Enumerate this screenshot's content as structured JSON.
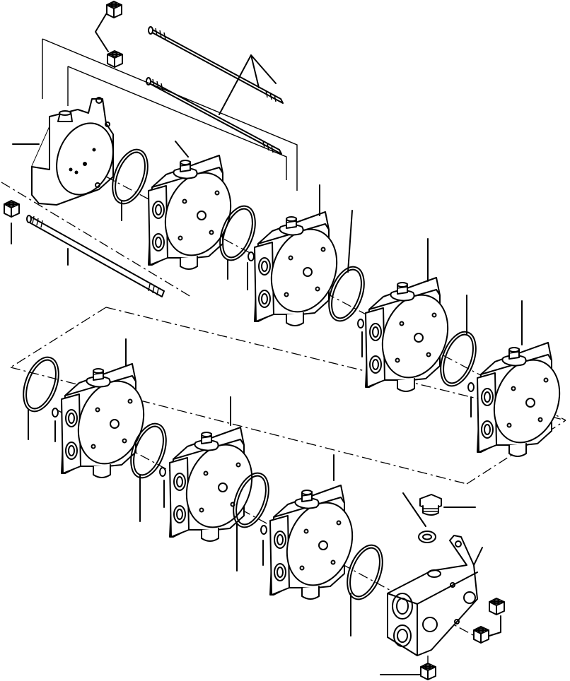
{
  "diagram": {
    "labels": [],
    "accent_color": "#000000",
    "background_color": "#ffffff",
    "components": [
      {
        "icon": "hex-nut-icon",
        "count": 6
      },
      {
        "icon": "tie-rod-icon",
        "count": 3
      },
      {
        "icon": "inlet-cover-icon",
        "count": 1
      },
      {
        "icon": "valve-section-icon",
        "count": 7
      },
      {
        "icon": "o-ring-icon",
        "count": 7
      },
      {
        "icon": "outlet-end-cover-icon",
        "count": 1
      },
      {
        "icon": "plug-icon",
        "count": 1
      },
      {
        "icon": "washer-icon",
        "count": 1
      }
    ]
  }
}
